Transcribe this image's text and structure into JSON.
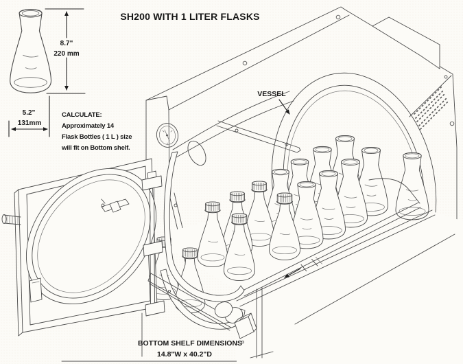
{
  "title": "SH200 WITH 1 LITER FLASKS",
  "flask_dimensions": {
    "height_inches": "8.7\"",
    "height_metric": "220 mm",
    "width_inches": "5.2\"",
    "width_metric": "131mm"
  },
  "calculate_note": {
    "heading": "CALCULATE:",
    "lines": [
      "Approximately 14",
      "Flask Bottles ( 1 L ) size",
      "will fit on Bottom shelf."
    ]
  },
  "labels": {
    "vessel": "VESSEL"
  },
  "bottom_shelf": {
    "heading": "BOTTOM SHELF DIMENSIONS",
    "dimensions": "14.8\"W x 40.2\"D"
  },
  "style": {
    "line_color": "#4a4a4a",
    "text_color": "#161616",
    "background": "#fcfbf7"
  }
}
